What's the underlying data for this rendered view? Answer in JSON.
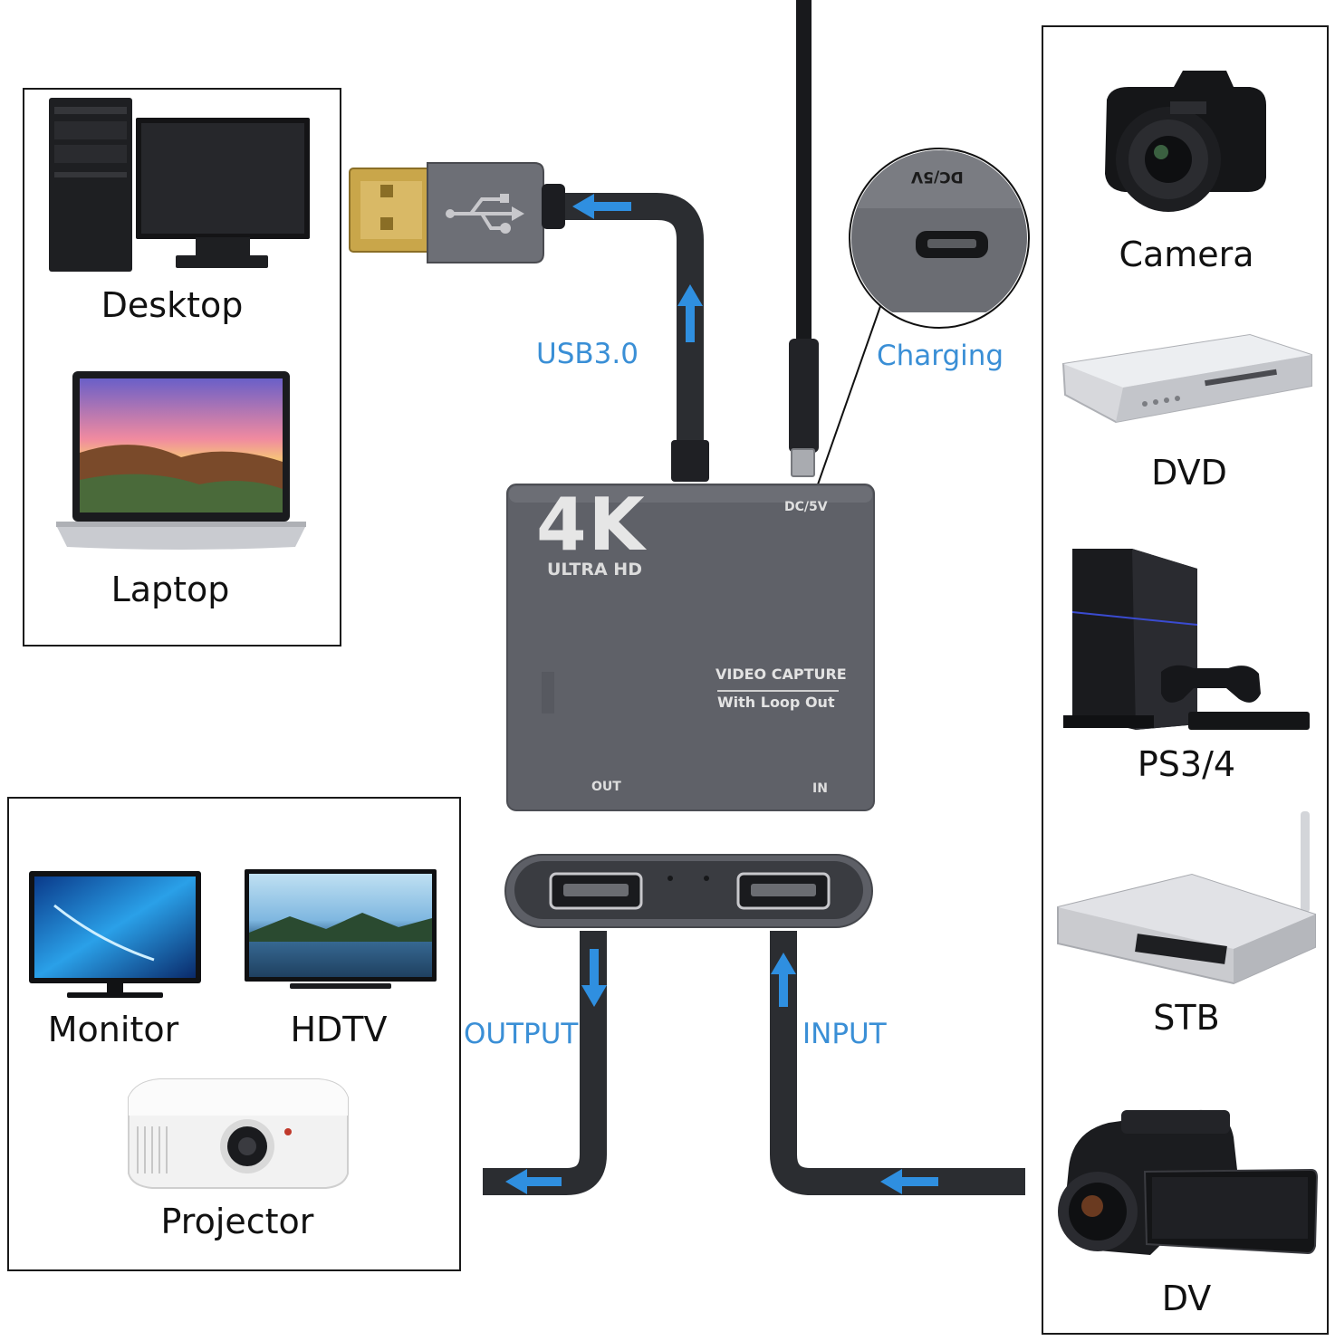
{
  "left_box": {
    "devices": [
      {
        "label": "Desktop",
        "icon": "desktop-computer-icon"
      },
      {
        "label": "Laptop",
        "icon": "laptop-icon"
      }
    ]
  },
  "bottom_box": {
    "devices": [
      {
        "label": "Monitor",
        "icon": "monitor-icon"
      },
      {
        "label": "HDTV",
        "icon": "hdtv-icon"
      },
      {
        "label": "Projector",
        "icon": "projector-icon"
      }
    ]
  },
  "right_box": {
    "devices": [
      {
        "label": "Camera",
        "icon": "camera-icon"
      },
      {
        "label": "DVD",
        "icon": "dvd-player-icon"
      },
      {
        "label": "PS3/4",
        "icon": "game-console-icon"
      },
      {
        "label": "STB",
        "icon": "set-top-box-icon"
      },
      {
        "label": "DV",
        "icon": "camcorder-icon"
      }
    ]
  },
  "cables": {
    "usb_label": "USB3.0",
    "charging_label": "Charging",
    "output_label": "OUTPUT",
    "input_label": "INPUT"
  },
  "capture_device": {
    "brand_big": "4K",
    "brand_small": "ULTRA HD",
    "power_port_label": "DC/5V",
    "zoom_port_label": "DC/5V",
    "product_line1": "VIDEO CAPTURE",
    "product_line2": "With Loop Out",
    "out_label": "OUT",
    "in_label": "IN"
  },
  "colors": {
    "arrow": "#2f8fe0",
    "label_blue": "#3a8fd6",
    "cable": "#2b2d31",
    "hub_body": "#5f6168"
  }
}
